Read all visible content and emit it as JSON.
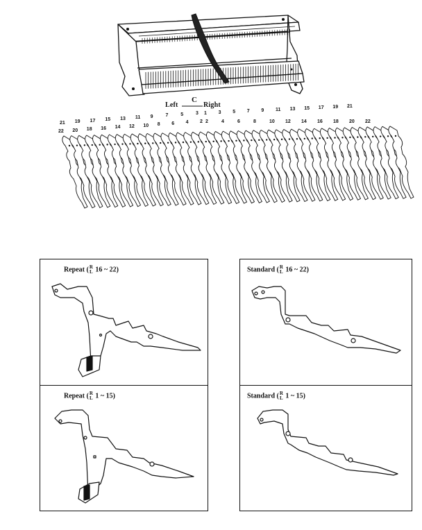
{
  "direction": {
    "left": "Left",
    "center": "C",
    "right": "Right"
  },
  "row_upper_left": [
    "21",
    "19",
    "17",
    "15",
    "13",
    "11",
    "9",
    "7",
    "5",
    "3"
  ],
  "row_upper_right": [
    "1",
    "3",
    "5",
    "7",
    "9",
    "11",
    "13",
    "15",
    "17",
    "19",
    "21"
  ],
  "row_lower_left": [
    "22",
    "20",
    "18",
    "16",
    "14",
    "12",
    "10",
    "8",
    "6",
    "4",
    "2"
  ],
  "row_lower_right": [
    "2",
    "4",
    "6",
    "8",
    "10",
    "12",
    "14",
    "16",
    "18",
    "20",
    "22"
  ],
  "panels": [
    {
      "label": "Repeat",
      "side_r": "R",
      "side_l": "L",
      "range": "16 ~ 22)"
    },
    {
      "label": "Standard",
      "side_r": "R",
      "side_l": "L",
      "range": "16 ~ 22)"
    },
    {
      "label": "Repeat",
      "side_r": "R",
      "side_l": "L",
      "range": "1 ~ 15)"
    },
    {
      "label": "Standard",
      "side_r": "R",
      "side_l": "L",
      "range": "1 ~ 15)"
    }
  ]
}
